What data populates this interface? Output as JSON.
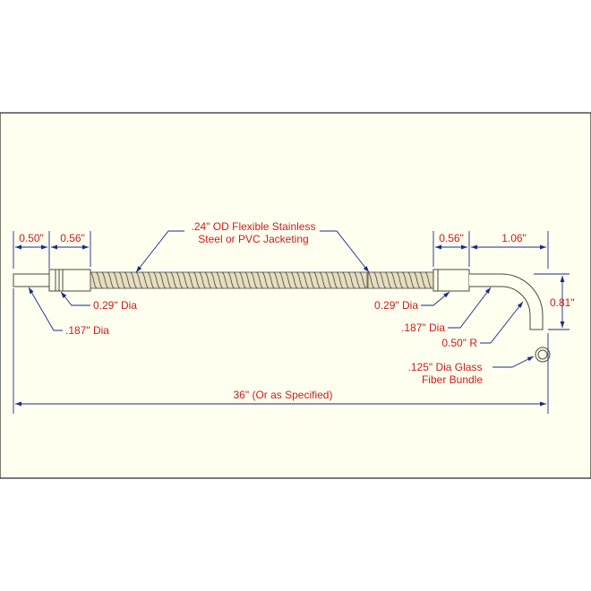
{
  "colors": {
    "background": "#ffffff",
    "sheet": "#fffff0",
    "sheet_border": "#222222",
    "part_outline": "#4a4a3a",
    "jacket_fill": "#e6dcc2",
    "text": "#cc1b1b",
    "dimension": "#1a2a8a"
  },
  "labels": {
    "dim_left_tip": "0.50\"",
    "dim_left_ferrule": "0.56\"",
    "jacket_note_line1": ".24\" OD Flexible Stainless",
    "jacket_note_line2": "Steel or PVC Jacketing",
    "left_ferrule_dia": "0.29\" Dia",
    "left_tip_dia": ".187\" Dia",
    "dim_right_ferrule": "0.56\"",
    "dim_right_bend": "1.06\"",
    "dim_height": "0.81\"",
    "right_ferrule_dia": "0.29\" Dia",
    "right_tip_dia": ".187\" Dia",
    "bend_radius": "0.50\" R",
    "fiber_note_line1": ".125\" Dia Glass",
    "fiber_note_line2": "Fiber Bundle",
    "overall_length": "36\" (Or as Specified)"
  }
}
